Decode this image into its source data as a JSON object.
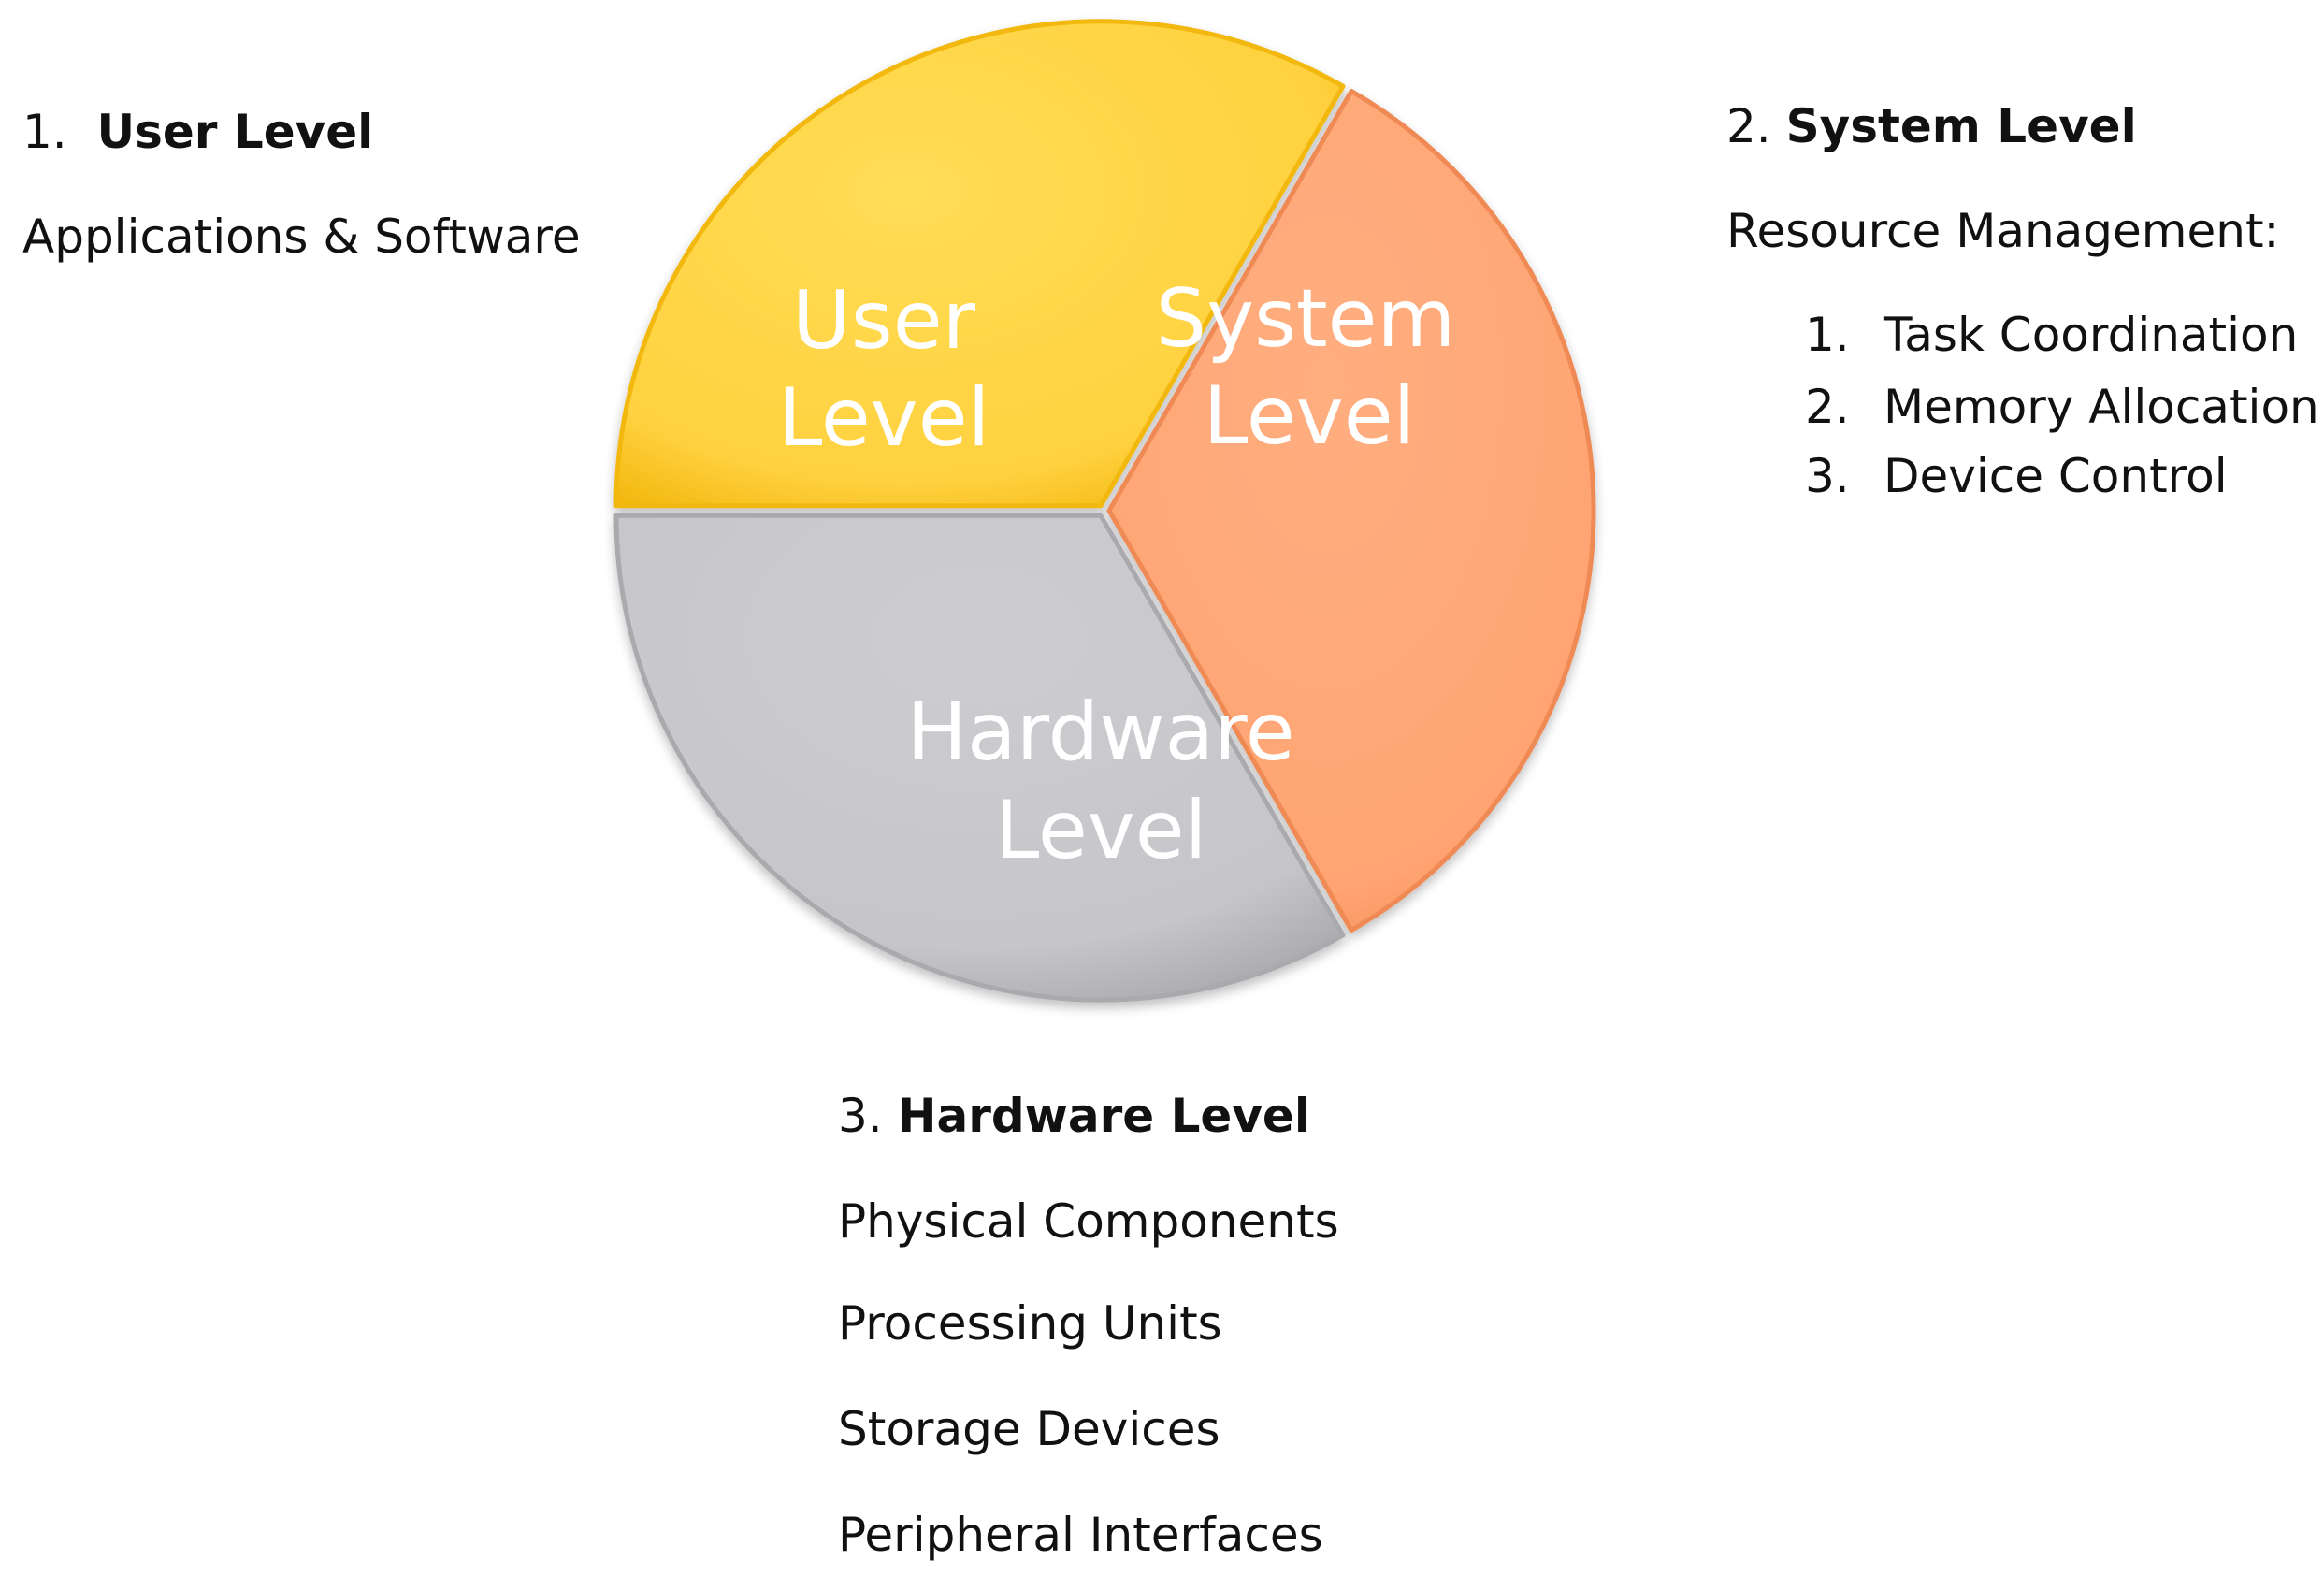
{
  "diagram": {
    "slices": [
      {
        "id": "user",
        "line1": "User",
        "line2": "Level",
        "color": "#FFD54A",
        "edge": "#F2B80F"
      },
      {
        "id": "system",
        "line1": "System",
        "line2": "Level",
        "color": "#FFA97A",
        "edge": "#F08A55"
      },
      {
        "id": "hardware",
        "line1": "Hardware",
        "line2": "Level",
        "color": "#C8C8CC",
        "edge": "#A9A9AE"
      }
    ]
  },
  "user_level": {
    "number": "1.",
    "title": "User Level",
    "description": "Applications & Software"
  },
  "system_level": {
    "number": "2.",
    "title": "System Level",
    "description": "Resource Management:",
    "items": [
      {
        "marker": "1.",
        "text": "Task Coordination"
      },
      {
        "marker": "2.",
        "text": "Memory Allocation"
      },
      {
        "marker": "3.",
        "text": "Device Control"
      }
    ]
  },
  "hardware_level": {
    "number": "3.",
    "title": "Hardware Level",
    "items": [
      "Physical Components",
      "Processing Units",
      "Storage Devices",
      "Peripheral Interfaces"
    ]
  }
}
